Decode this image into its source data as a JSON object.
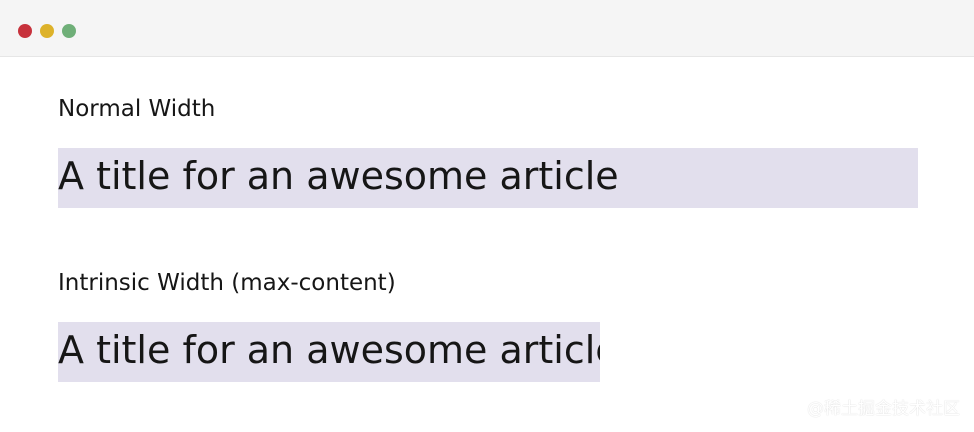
{
  "window": {
    "controls": [
      {
        "name": "close",
        "color": "#c7323c"
      },
      {
        "name": "minimize",
        "color": "#ddb22a"
      },
      {
        "name": "zoom",
        "color": "#6faf78"
      }
    ]
  },
  "sections": {
    "normal": {
      "label": "Normal Width",
      "title": "A title for an awesome article",
      "highlight_color": "#e2dfed"
    },
    "intrinsic": {
      "label": "Intrinsic Width (max-content)",
      "title": "A title for an awesome article",
      "highlight_color": "#e2dfed"
    }
  },
  "watermark": {
    "text": "@稀土掘金技术社区"
  }
}
